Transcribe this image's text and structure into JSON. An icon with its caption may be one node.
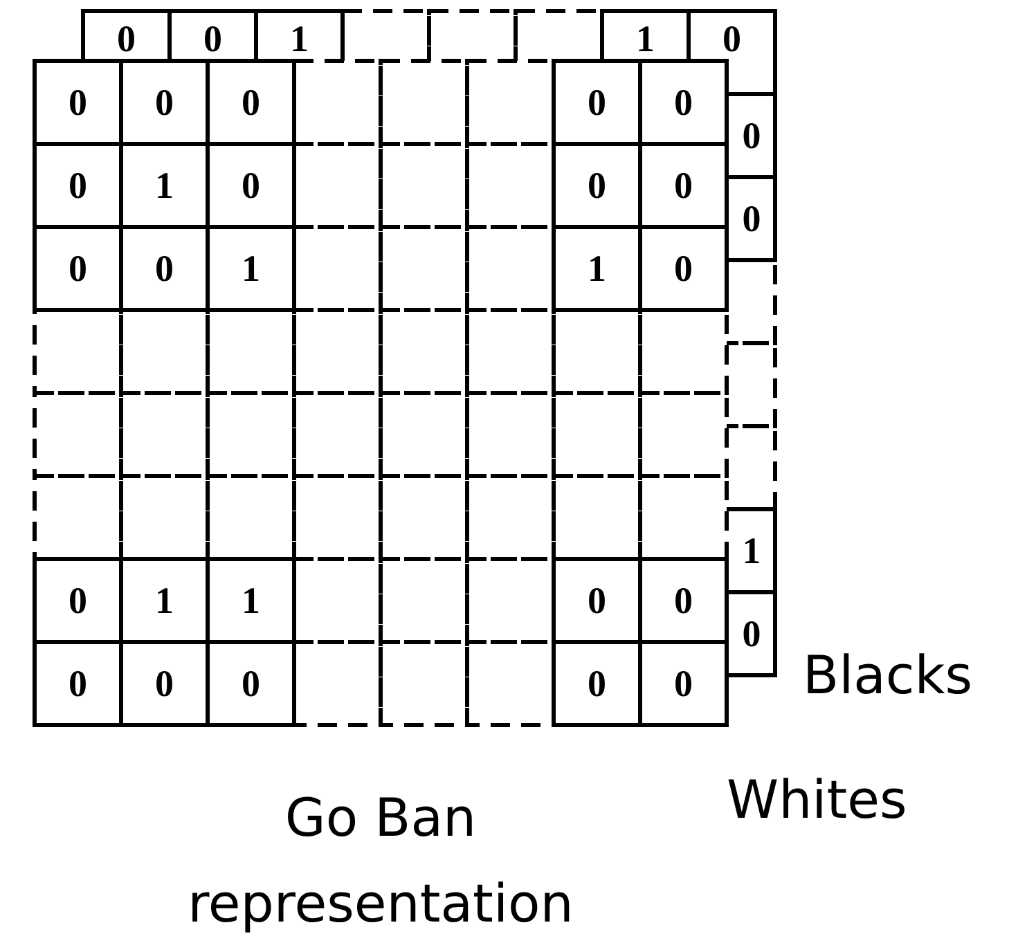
{
  "diagram": {
    "caption": "Go Ban representation",
    "labels": [
      "0",
      "0",
      "1",
      "1",
      "0",
      "0",
      "0",
      "1",
      "0",
      "0",
      "0",
      "0",
      "0",
      "0",
      "0",
      "1",
      "0",
      "0",
      "0",
      "0",
      "0",
      "1",
      "1",
      "0",
      "0",
      "1",
      "1",
      "0",
      "0",
      "0",
      "0",
      "0",
      "0",
      "0",
      "Blacks",
      "Whites"
    ]
  }
}
